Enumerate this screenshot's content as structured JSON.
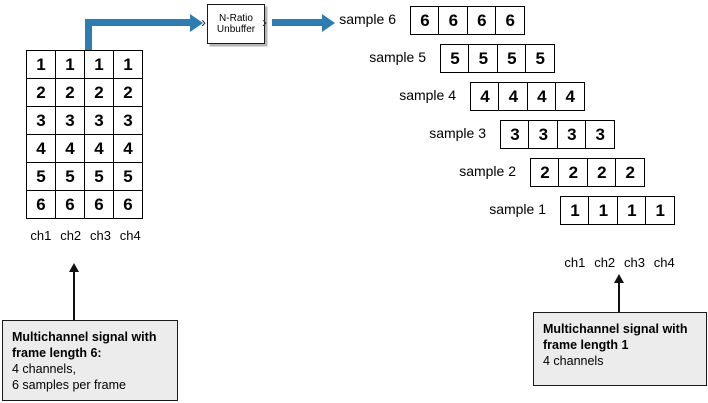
{
  "diagram": {
    "block": {
      "name": "N-Ratio Unbuffer",
      "line1": "N-Ratio",
      "line2": "Unbuffer",
      "input_port_glyph": "›",
      "output_port_glyph": "›"
    },
    "accent_color": "#2E7CB0",
    "line_color": "#111111",
    "note_fill": "#ECECEC"
  },
  "input_matrix": {
    "caption_channels": [
      "ch1",
      "ch2",
      "ch3",
      "ch4"
    ],
    "rows": [
      [
        "1",
        "1",
        "1",
        "1"
      ],
      [
        "2",
        "2",
        "2",
        "2"
      ],
      [
        "3",
        "3",
        "3",
        "3"
      ],
      [
        "4",
        "4",
        "4",
        "4"
      ],
      [
        "5",
        "5",
        "5",
        "5"
      ],
      [
        "6",
        "6",
        "6",
        "6"
      ]
    ]
  },
  "output_samples": {
    "caption_channels": [
      "ch1",
      "ch2",
      "ch3",
      "ch4"
    ],
    "rows": [
      {
        "label": "sample 6",
        "values": [
          "6",
          "6",
          "6",
          "6"
        ]
      },
      {
        "label": "sample 5",
        "values": [
          "5",
          "5",
          "5",
          "5"
        ]
      },
      {
        "label": "sample 4",
        "values": [
          "4",
          "4",
          "4",
          "4"
        ]
      },
      {
        "label": "sample 3",
        "values": [
          "3",
          "3",
          "3",
          "3"
        ]
      },
      {
        "label": "sample 2",
        "values": [
          "2",
          "2",
          "2",
          "2"
        ]
      },
      {
        "label": "sample 1",
        "values": [
          "1",
          "1",
          "1",
          "1"
        ]
      }
    ]
  },
  "notes": {
    "left": {
      "line1": "Multichannel signal with",
      "line2": "frame length 6:",
      "line3": "4 channels,",
      "line4": "6 samples per frame"
    },
    "right": {
      "line1": "Multichannel signal with",
      "line2": "frame length 1",
      "line3": "4 channels",
      "line4": ""
    }
  }
}
